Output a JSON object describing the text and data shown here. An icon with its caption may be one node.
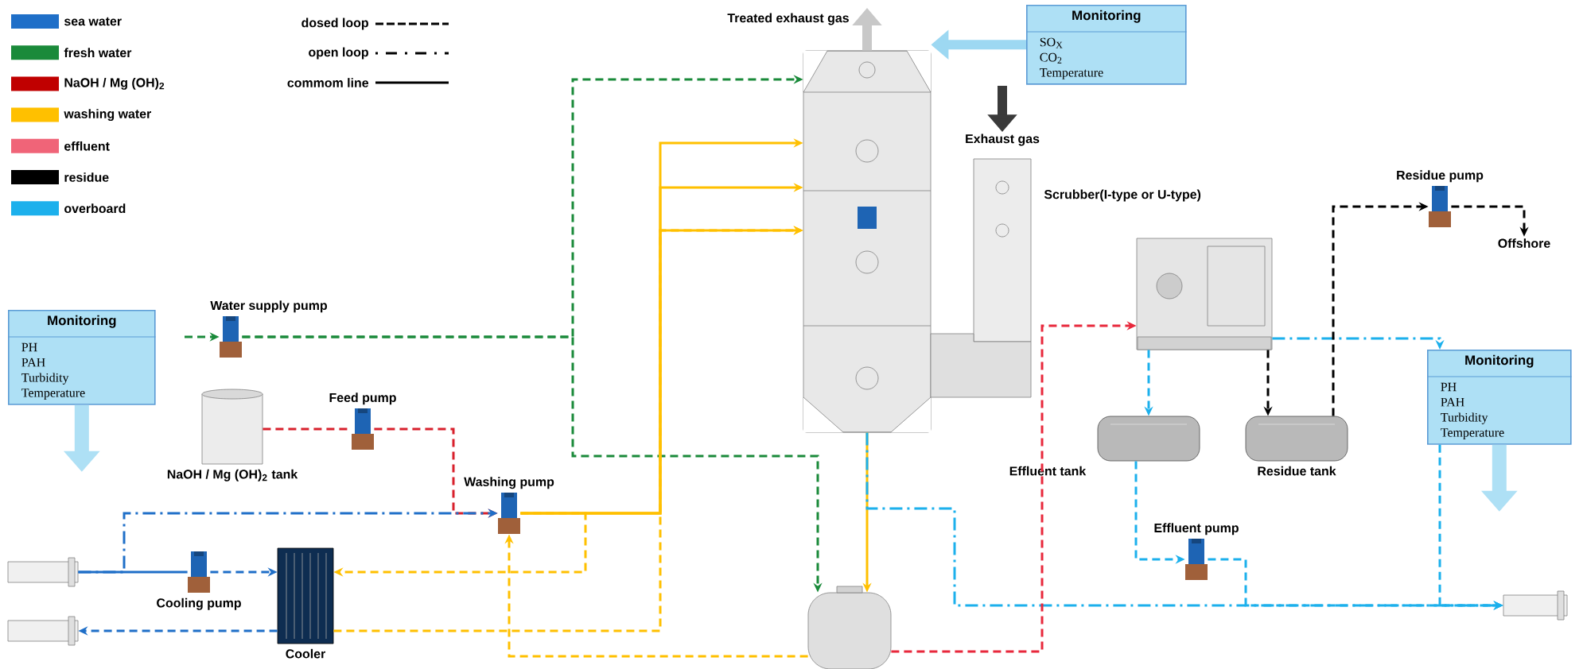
{
  "diagram": {
    "nodes": [
      {
        "text": [
          "Monitoring",
          "SO$_{X}$ CO$_{2}$ Temperature"
        ]
      },
      {
        "text": [],
        "shape": "picture",
        "beside": [
          "Treated exhaust gas"
        ]
      },
      {
        "text": [
          "Exhaust gas"
        ]
      },
      {
        "text": [
          "Residue pump"
        ]
      },
      {
        "text": [
          "Offshore"
        ]
      },
      {
        "text": [],
        "shape": "picture"
      },
      {
        "text": [
          "Water supply pump"
        ]
      },
      {
        "text": [
          "Monitoring",
          "PH PAH Turbidity Temperature"
        ]
      },
      {
        "text": [
          "Monitoring",
          "PH PAH Turbidity Temperature"
        ]
      },
      {
        "text": [
          "NaOH / Mg (OH)$_{2}$ tank"
        ]
      },
      {
        "text": [
          "Feed pump"
        ]
      },
      {
        "text": [
          "Effluent tank"
        ]
      },
      {
        "text": [
          "Residue tank"
        ]
      },
      {
        "text": [
          "Washing pump"
        ]
      },
      {
        "text": [
          "Effluent pump"
        ]
      },
      {
        "text": [
          "Cooling pump"
        ]
      },
      {
        "text": [],
        "shape": "box"
      },
      {
        "text": [
          "Cooler"
        ]
      },
      {
        "text": [],
        "shape": "box"
      },
      {
        "text": [],
        "shape": "box"
      },
      {
        "text": [],
        "shape": "cylinder"
      }
    ],
    "edges": [
      {
        "from": 0,
        "to": 1,
        "arrow": "to",
        "style": "thick",
        "color": "#9dd8f2"
      },
      {
        "from": 1,
        "to": null,
        "arrow": "to",
        "style": "thick",
        "color": "#c8c8c8"
      },
      {
        "from": null,
        "to": 2,
        "arrow": "to",
        "style": "thick",
        "color": "#3a3a3a"
      },
      {
        "from": 6,
        "to": 1,
        "arrow": "to",
        "style": "dashed",
        "color": "#1a8a3a"
      },
      {
        "from": null,
        "to": 6,
        "arrow": "to",
        "style": "dashed",
        "color": "#1a8a3a"
      },
      {
        "from": 6,
        "to": 20,
        "arrow": "to",
        "style": "dashed",
        "color": "#1a8a3a"
      },
      {
        "from": 9,
        "to": 10,
        "arrow": "none",
        "style": "dashed",
        "color": "#d8202c"
      },
      {
        "from": 10,
        "to": 13,
        "arrow": "to",
        "style": "dashed",
        "color": "#d8202c"
      },
      {
        "from": 13,
        "to": 1,
        "arrow": "to",
        "color": "#ffc000"
      },
      {
        "from": 13,
        "to": 1,
        "arrow": "to",
        "color": "#ffc000"
      },
      {
        "from": 13,
        "to": 1,
        "arrow": "to",
        "color": "#ffc000"
      },
      {
        "from": 16,
        "to": 15,
        "arrow": "none",
        "color": "#1f6fc8"
      },
      {
        "from": 15,
        "to": 17,
        "arrow": "to",
        "style": "dashed",
        "color": "#1f6fc8"
      },
      {
        "from": 16,
        "to": 13,
        "arrow": "to",
        "style": "dashed",
        "color": "#1f6fc8"
      },
      {
        "from": 17,
        "to": 19,
        "arrow": "to",
        "style": "dashed",
        "color": "#1f6fc8"
      },
      {
        "from": 13,
        "to": 17,
        "arrow": "to",
        "style": "dashed",
        "color": "#ffc000"
      },
      {
        "from": 17,
        "to": 1,
        "arrow": "to",
        "style": "dashed",
        "color": "#ffc000"
      },
      {
        "from": 20,
        "to": 13,
        "arrow": "to",
        "style": "dashed",
        "color": "#ffc000"
      },
      {
        "from": 1,
        "to": 20,
        "arrow": "to",
        "color": "#ffc000"
      },
      {
        "from": 1,
        "to": 18,
        "arrow": "to",
        "style": "dashed",
        "color": "#1cb0ec"
      },
      {
        "from": 20,
        "to": 5,
        "arrow": "to",
        "style": "dashed",
        "color": "#e8283c"
      },
      {
        "from": 5,
        "to": 11,
        "arrow": "to",
        "style": "dashed",
        "color": "#1cb0ec"
      },
      {
        "from": 5,
        "to": 8,
        "arrow": "to",
        "style": "dashed",
        "color": "#1cb0ec"
      },
      {
        "from": 5,
        "to": 12,
        "arrow": "to",
        "style": "dashed",
        "color": "#000000"
      },
      {
        "from": 12,
        "to": 3,
        "arrow": "to",
        "style": "dashed",
        "color": "#000000"
      },
      {
        "from": 3,
        "to": 4,
        "arrow": "to",
        "style": "dashed",
        "color": "#000000"
      },
      {
        "from": 11,
        "to": 14,
        "arrow": "to",
        "style": "dashed",
        "color": "#1cb0ec"
      },
      {
        "from": 14,
        "to": 18,
        "arrow": "to",
        "style": "dashed",
        "color": "#1cb0ec"
      },
      {
        "from": 8,
        "to": 18,
        "arrow": "to",
        "style": "dashed",
        "color": "#1cb0ec"
      }
    ],
    "labels": [
      "Scrubber(I-type or U-type)"
    ],
    "legend": [
      {
        "text": "sea water",
        "color": "#1f6fc8"
      },
      {
        "text": "fresh water",
        "color": "#1a8a3a"
      },
      {
        "text": "NaOH / Mg (OH)$_{2}$",
        "color": "#c00000"
      },
      {
        "text": "washing water",
        "color": "#ffc000"
      },
      {
        "text": "effluent",
        "color": "#f06478"
      },
      {
        "text": "residue",
        "color": "#000000"
      },
      {
        "text": "overboard",
        "color": "#1cb0ec"
      },
      {
        "text": "dosed loop"
      },
      {
        "text": "open loop"
      },
      {
        "text": "commom line"
      }
    ]
  }
}
